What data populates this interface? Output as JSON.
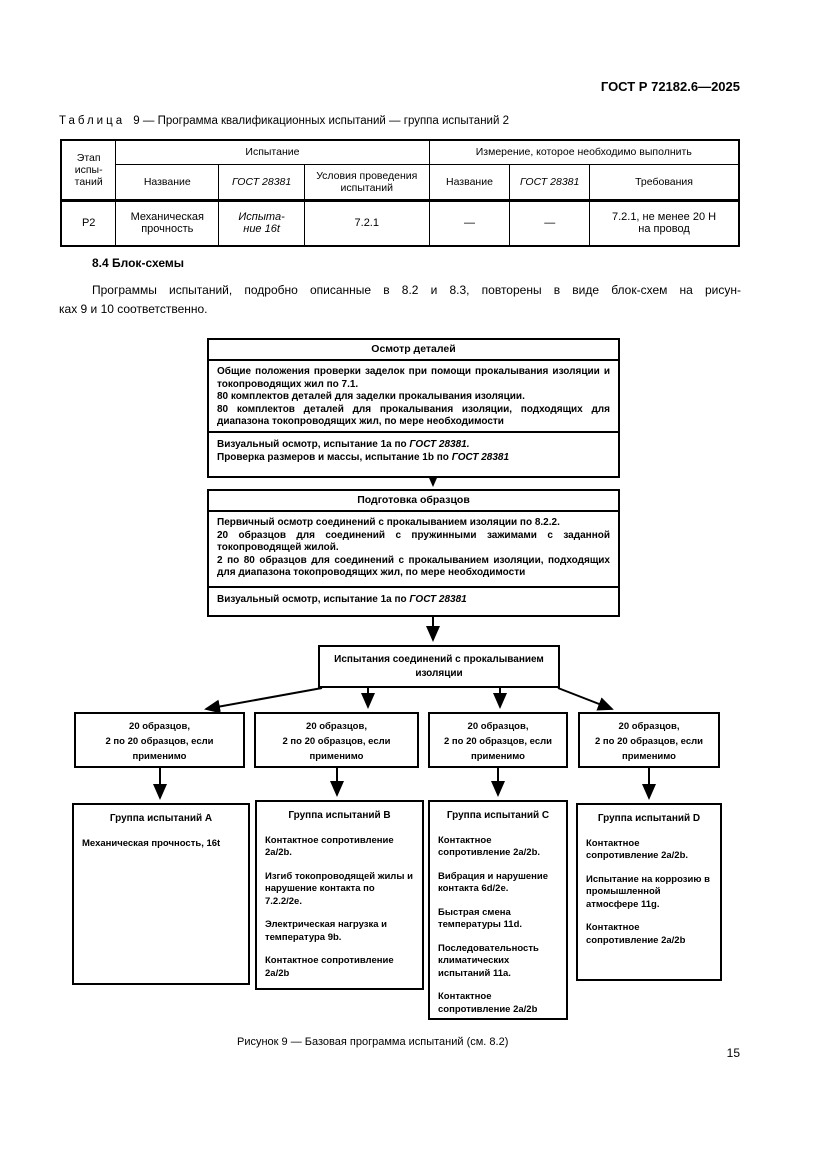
{
  "page": {
    "header": "ГОСТ Р 72182.6—2025",
    "number": "15"
  },
  "table9": {
    "caption_word": "Таблица",
    "caption_rest": "9 — Программа квалификационных испытаний — группа испытаний 2",
    "col_stage": "Этап\nиспы-\nтаний",
    "group_test": "Испытание",
    "group_measure": "Измерение, которое необходимо выполнить",
    "sub": [
      "Название",
      "ГОСТ 28381",
      "Условия проведения\nиспытаний",
      "Название",
      "ГОСТ 28381",
      "Требования"
    ],
    "row": {
      "stage": "Р2",
      "name": "Механическая\nпрочность",
      "gost": "Испыта-\nние 16t",
      "conditions": "7.2.1",
      "m_name": "—",
      "m_gost": "—",
      "requirements": "7.2.1, не менее 20 Н\nна провод"
    }
  },
  "section": {
    "heading": "8.4 Блок-схемы",
    "para_line1": "Программы испытаний, подробно описанные в 8.2 и 8.3, повторены в виде блок-схем на рисун-",
    "para_line2": "ках 9 и 10 соответственно."
  },
  "flowchart": {
    "box1": {
      "title": "Осмотр деталей",
      "p1": "Общие положения проверки заделок при помощи прокалывания изоляции и токопроводящих жил по 7.1.",
      "p2": "80 комплектов деталей для заделки прокалывания изоляции.",
      "p3": "80 комплектов деталей для прокалывания изоляции, подходящих для диапазона токопроводящих жил, по мере необходимости",
      "t1_pre": "Визуальный осмотр, испытание 1a по ",
      "t1_gost": "ГОСТ 28381.",
      "t2_pre": "Проверка размеров и массы, испытание 1b по ",
      "t2_gost": "ГОСТ 28381"
    },
    "box2": {
      "title": "Подготовка образцов",
      "p1": "Первичный осмотр соединений с прокалыванием изоляции по 8.2.2.",
      "p2": "20 образцов для соединений с пружинными зажимами с заданной токопроводящей жилой.",
      "p3": "2 по 80 образцов для соединений с прокалыванием изоляции, подходящих для диапазона токопроводящих жил, по мере необходимости",
      "t1_pre": "Визуальный осмотр, испытание 1a по ",
      "t1_gost": "ГОСТ 28381"
    },
    "box3": {
      "title": "Испытания соединений с прокалыванием изоляции"
    },
    "sample_box": "20 образцов,\n2 по 20 образцов, если\nприменимо",
    "groups": {
      "a": {
        "title": "Группа испытаний A",
        "items": [
          "Механическая прочность, 16t"
        ]
      },
      "b": {
        "title": "Группа испытаний B",
        "items": [
          "Контактное сопротивление 2a/2b.",
          "Изгиб токопроводящей жилы и нарушение контакта по 7.2.2/2e.",
          "Электрическая нагрузка и температура 9b.",
          "Контактное сопротивление 2a/2b"
        ]
      },
      "c": {
        "title": "Группа испытаний C",
        "items": [
          "Контактное сопротивление 2a/2b.",
          "Вибрация и нарушение контакта 6d/2e.",
          "Быстрая смена температуры 11d.",
          "Последовательность климатических испытаний 11a.",
          "Контактное сопротивление 2a/2b"
        ]
      },
      "d": {
        "title": "Группа испытаний D",
        "items": [
          "Контактное сопротивление 2a/2b.",
          "Испытание на коррозию в промышленной атмосфере 11g.",
          "Контактное сопротивление 2a/2b"
        ]
      }
    }
  },
  "figure": {
    "caption": "Рисунок 9 — Базовая программа испытаний (см. 8.2)"
  }
}
